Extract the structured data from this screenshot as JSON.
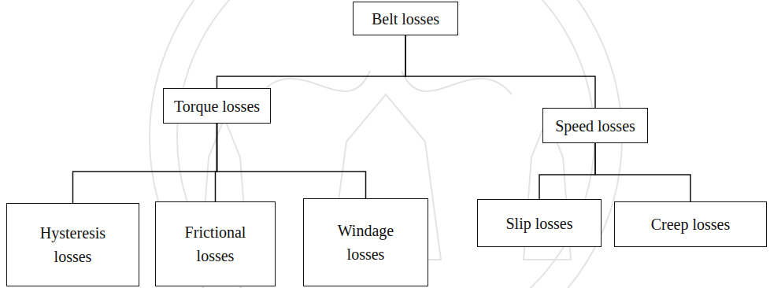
{
  "diagram": {
    "nodes": [
      {
        "text": [
          "Belt losses"
        ]
      },
      {
        "text": [
          "Torque losses"
        ]
      },
      {
        "text": [
          "Speed losses"
        ]
      },
      {
        "text": [
          "Hysteresis losses"
        ]
      },
      {
        "text": [
          "Frictional losses"
        ]
      },
      {
        "text": [
          "Windage losses"
        ]
      },
      {
        "text": [
          "Slip losses"
        ]
      },
      {
        "text": [
          "Creep losses"
        ]
      }
    ],
    "edges": [
      {
        "from": 0,
        "to": 1,
        "arrow": "none"
      },
      {
        "from": 0,
        "to": 2,
        "arrow": "none"
      },
      {
        "from": 1,
        "to": 3,
        "arrow": "none"
      },
      {
        "from": 1,
        "to": 4,
        "arrow": "none"
      },
      {
        "from": 1,
        "to": 5,
        "arrow": "none"
      },
      {
        "from": 2,
        "to": 6,
        "arrow": "none"
      },
      {
        "from": 2,
        "to": 7,
        "arrow": "none"
      }
    ]
  }
}
